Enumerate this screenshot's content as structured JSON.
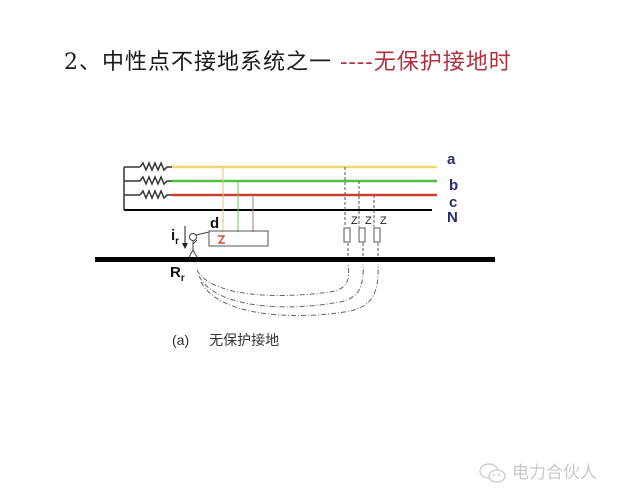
{
  "title": {
    "prefix": "2、中性点不接地系统之一 ",
    "accent": "----无保护接地时",
    "accent_color": "#b03040"
  },
  "diagram": {
    "phase_labels": [
      "a",
      "b",
      "c",
      "N"
    ],
    "phase_colors": {
      "a": "#f0d870",
      "b": "#50c040",
      "c": "#c84030",
      "N": "#000000"
    },
    "device_label": "d",
    "current_label": "i",
    "current_sub": "r",
    "resistance_label": "R",
    "resistance_sub": "r",
    "impedance_labels": [
      "Z",
      "Z",
      "Z"
    ]
  },
  "caption": {
    "index": "(a)",
    "text": "无保护接地"
  },
  "watermark": {
    "text": "电力合伙人"
  }
}
